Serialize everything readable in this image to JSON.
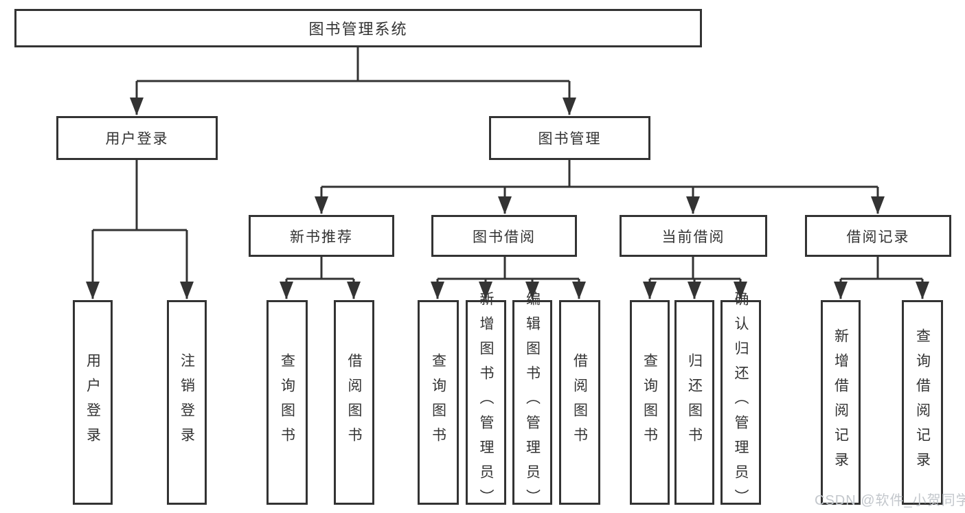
{
  "diagram": {
    "title": "图书管理系统",
    "branches": [
      {
        "label": "用户登录",
        "children": [
          {
            "label": "用户登录"
          },
          {
            "label": "注销登录"
          }
        ]
      },
      {
        "label": "图书管理",
        "children": [
          {
            "label": "新书推荐",
            "children": [
              {
                "label": "查询图书"
              },
              {
                "label": "借阅图书"
              }
            ]
          },
          {
            "label": "图书借阅",
            "children": [
              {
                "label": "查询图书"
              },
              {
                "label": "新增图书（管理员）"
              },
              {
                "label": "编辑图书（管理员）"
              },
              {
                "label": "借阅图书"
              }
            ]
          },
          {
            "label": "当前借阅",
            "children": [
              {
                "label": "查询图书"
              },
              {
                "label": "归还图书"
              },
              {
                "label": "确认归还（管理员）"
              }
            ]
          },
          {
            "label": "借阅记录",
            "children": [
              {
                "label": "新增借阅记录"
              },
              {
                "label": "查询借阅记录"
              }
            ]
          }
        ]
      }
    ]
  },
  "watermark": {
    "text": "CSDN @软件_小贺同学"
  },
  "colors": {
    "box_border": "#333333",
    "line": "#333333",
    "text": "#333333",
    "background": "#ffffff",
    "watermark": "#c3c7cc"
  }
}
